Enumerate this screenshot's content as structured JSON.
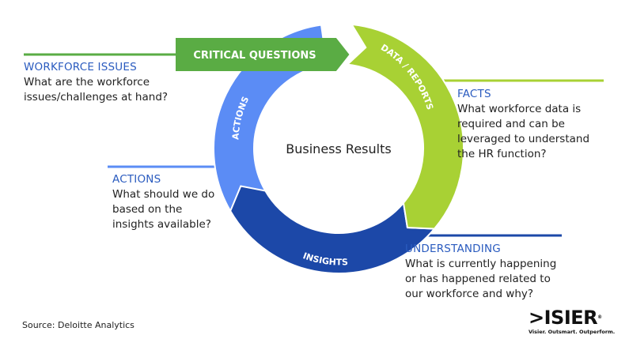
{
  "center_label": "Business Results",
  "banner": {
    "label": "CRITICAL QUESTIONS",
    "color": "#5aac44"
  },
  "ring_segments": [
    {
      "id": "data-reports",
      "label": "DATA / REPORTS",
      "color": "#a8d134"
    },
    {
      "id": "insights",
      "label": "INSIGHTS",
      "color": "#1c48a8"
    },
    {
      "id": "actions",
      "label": "ACTIONS",
      "color": "#5b8cf5"
    }
  ],
  "callouts": {
    "workforce_issues": {
      "heading": "WORKFORCE ISSUES",
      "lines": [
        "What are the workforce",
        "issues/challenges at hand?"
      ],
      "line_color": "#5aac44"
    },
    "facts": {
      "heading": "FACTS",
      "lines": [
        "What workforce data is",
        "required and can be",
        "leveraged to understand",
        "the HR function?"
      ],
      "line_color": "#a8d134"
    },
    "actions": {
      "heading": "ACTIONS",
      "lines": [
        "What should we do",
        "based on the",
        "insights available?"
      ],
      "line_color": "#5b8cf5"
    },
    "understanding": {
      "heading": "UNDERSTANDING",
      "lines": [
        "What is currently happening",
        "or has happened related to",
        "our workforce and why?"
      ],
      "line_color": "#1c48a8"
    }
  },
  "source": "Source: Deloitte Analytics",
  "logo": {
    "name": ">ISIER",
    "registered": "®",
    "tagline": "Visier. Outsmart. Outperform."
  }
}
